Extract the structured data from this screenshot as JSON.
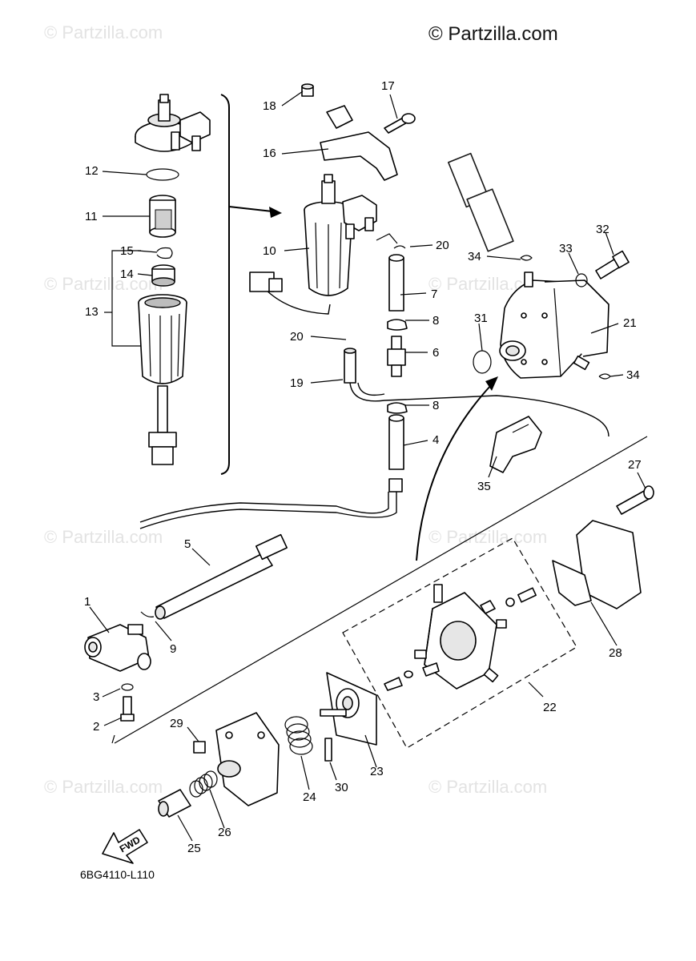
{
  "watermarks": {
    "main": "© Partzilla.com",
    "faint": "© Partzilla.com"
  },
  "diagram_code": "6BG4110-L110",
  "fwd_label": "FWD",
  "callouts": {
    "c1": "1",
    "c2": "2",
    "c3": "3",
    "c4": "4",
    "c5": "5",
    "c6": "6",
    "c7": "7",
    "c8a": "8",
    "c8b": "8",
    "c9": "9",
    "c10": "10",
    "c11": "11",
    "c12": "12",
    "c13": "13",
    "c14": "14",
    "c15": "15",
    "c16": "16",
    "c17": "17",
    "c18": "18",
    "c19": "19",
    "c20a": "20",
    "c20b": "20",
    "c21": "21",
    "c22": "22",
    "c23": "23",
    "c24": "24",
    "c25": "25",
    "c26": "26",
    "c27": "27",
    "c28": "28",
    "c29": "29",
    "c30": "30",
    "c31": "31",
    "c32": "32",
    "c33": "33",
    "c34a": "34",
    "c34b": "34",
    "c35": "35"
  },
  "colors": {
    "line": "#000000",
    "watermark": "#e3e3e3",
    "background": "#ffffff"
  }
}
